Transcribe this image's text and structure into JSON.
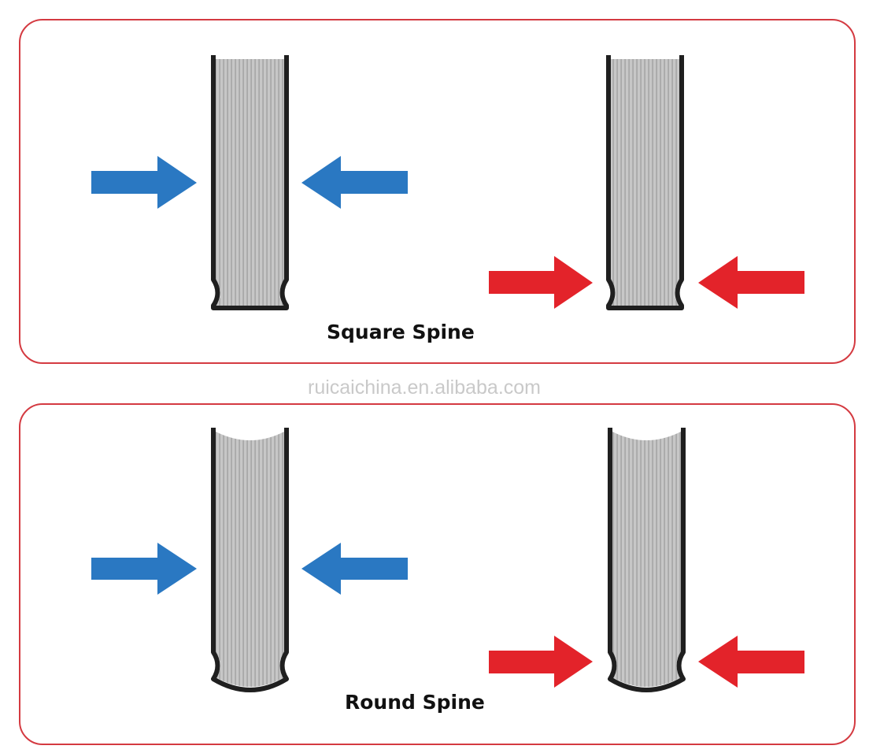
{
  "diagram": {
    "square_section": {
      "label": "Square Spine",
      "blue_arrow_label": "",
      "red_arrow_label": ""
    },
    "round_section": {
      "label": "Round Spine"
    },
    "watermark": "ruicaichina.en.alibaba.com",
    "colors": {
      "frame": "#d43a41",
      "blue_arrow": "#2a78c2",
      "red_arrow": "#e3232a",
      "pages": "#c7c7c7",
      "page_lines": "#9a9a9a",
      "cover": "#1f1f1f"
    }
  }
}
